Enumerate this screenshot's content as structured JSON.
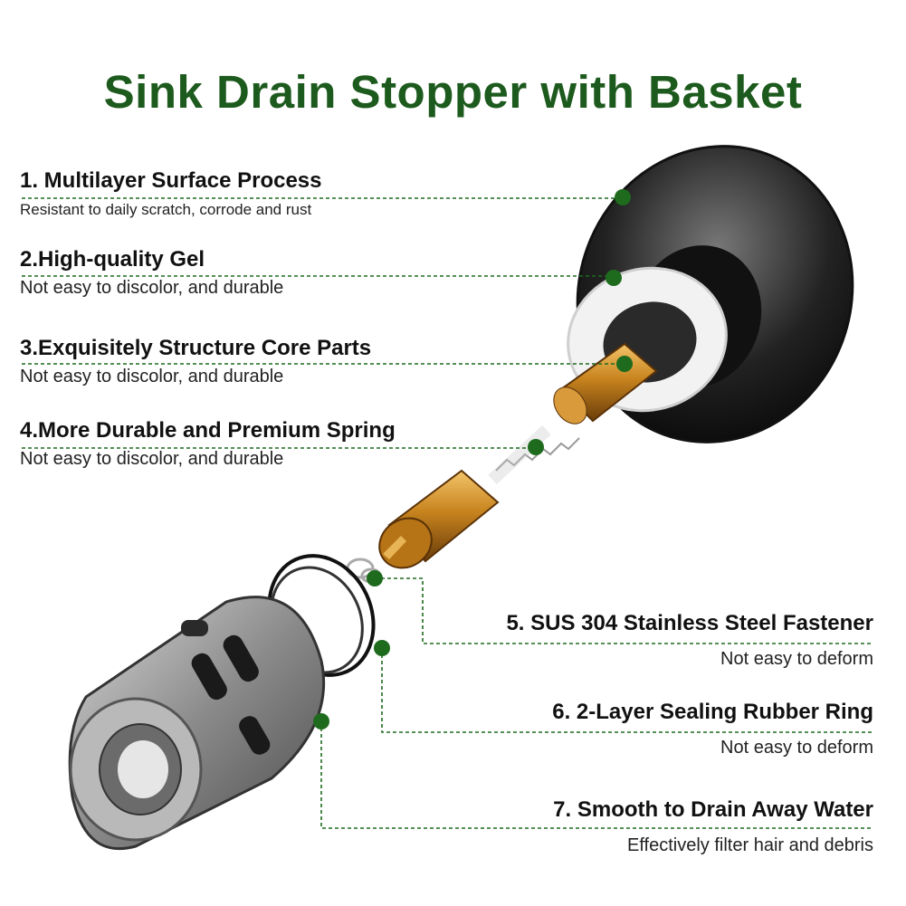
{
  "title": "Sink Drain Stopper with Basket",
  "features": [
    {
      "heading": "1. Multilayer Surface Process",
      "sub": "Resistant to daily scratch, corrode and rust"
    },
    {
      "heading": "2.High-quality Gel",
      "sub": "Not easy to discolor, and durable"
    },
    {
      "heading": "3.Exquisitely Structure Core Parts",
      "sub": "Not easy to discolor, and durable"
    },
    {
      "heading": "4.More Durable and Premium Spring",
      "sub": "Not easy to discolor, and durable"
    },
    {
      "heading": "5. SUS 304 Stainless Steel Fastener",
      "sub": "Not easy to deform"
    },
    {
      "heading": "6. 2-Layer Sealing Rubber Ring",
      "sub": "Not easy to deform"
    },
    {
      "heading": "7. Smooth to Drain Away Water",
      "sub": "Effectively filter hair and debris"
    }
  ],
  "colors": {
    "accent": "#1d5a1d",
    "marker": "#1e6b1e"
  }
}
